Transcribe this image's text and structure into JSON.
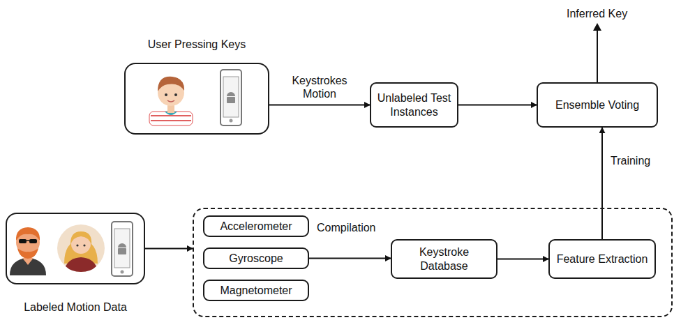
{
  "diagram": {
    "nodes": [
      {
        "text": [
          "User Pressing Keys"
        ]
      },
      {
        "text": [
          "Unlabeled Test Instances"
        ]
      },
      {
        "text": [
          "Ensemble Voting"
        ]
      },
      {
        "text": [
          "Labeled Motion Data"
        ]
      },
      {
        "text": [
          "Compilation"
        ]
      },
      {
        "text": [
          "Accelerometer"
        ],
        "in": 4
      },
      {
        "text": [
          "Gyroscope"
        ],
        "in": 4
      },
      {
        "text": [
          "Magnetometer"
        ],
        "in": 4
      },
      {
        "text": [
          "Keystroke Database"
        ],
        "in": 4
      },
      {
        "text": [
          "Feature Extraction"
        ],
        "in": 4
      }
    ],
    "edges": [
      {
        "from": 0,
        "to": 1,
        "arrow": "to",
        "label": "Keystrokes Motion"
      },
      {
        "from": 1,
        "to": 2,
        "arrow": "to"
      },
      {
        "from": 3,
        "to": 4,
        "arrow": "to"
      },
      {
        "from": 6,
        "to": 8,
        "arrow": "to"
      },
      {
        "from": 8,
        "to": 9,
        "arrow": "to"
      },
      {
        "from": 9,
        "to": 2,
        "arrow": "to",
        "label": "Training"
      }
    ],
    "labels": [
      "Inferred Key"
    ]
  }
}
